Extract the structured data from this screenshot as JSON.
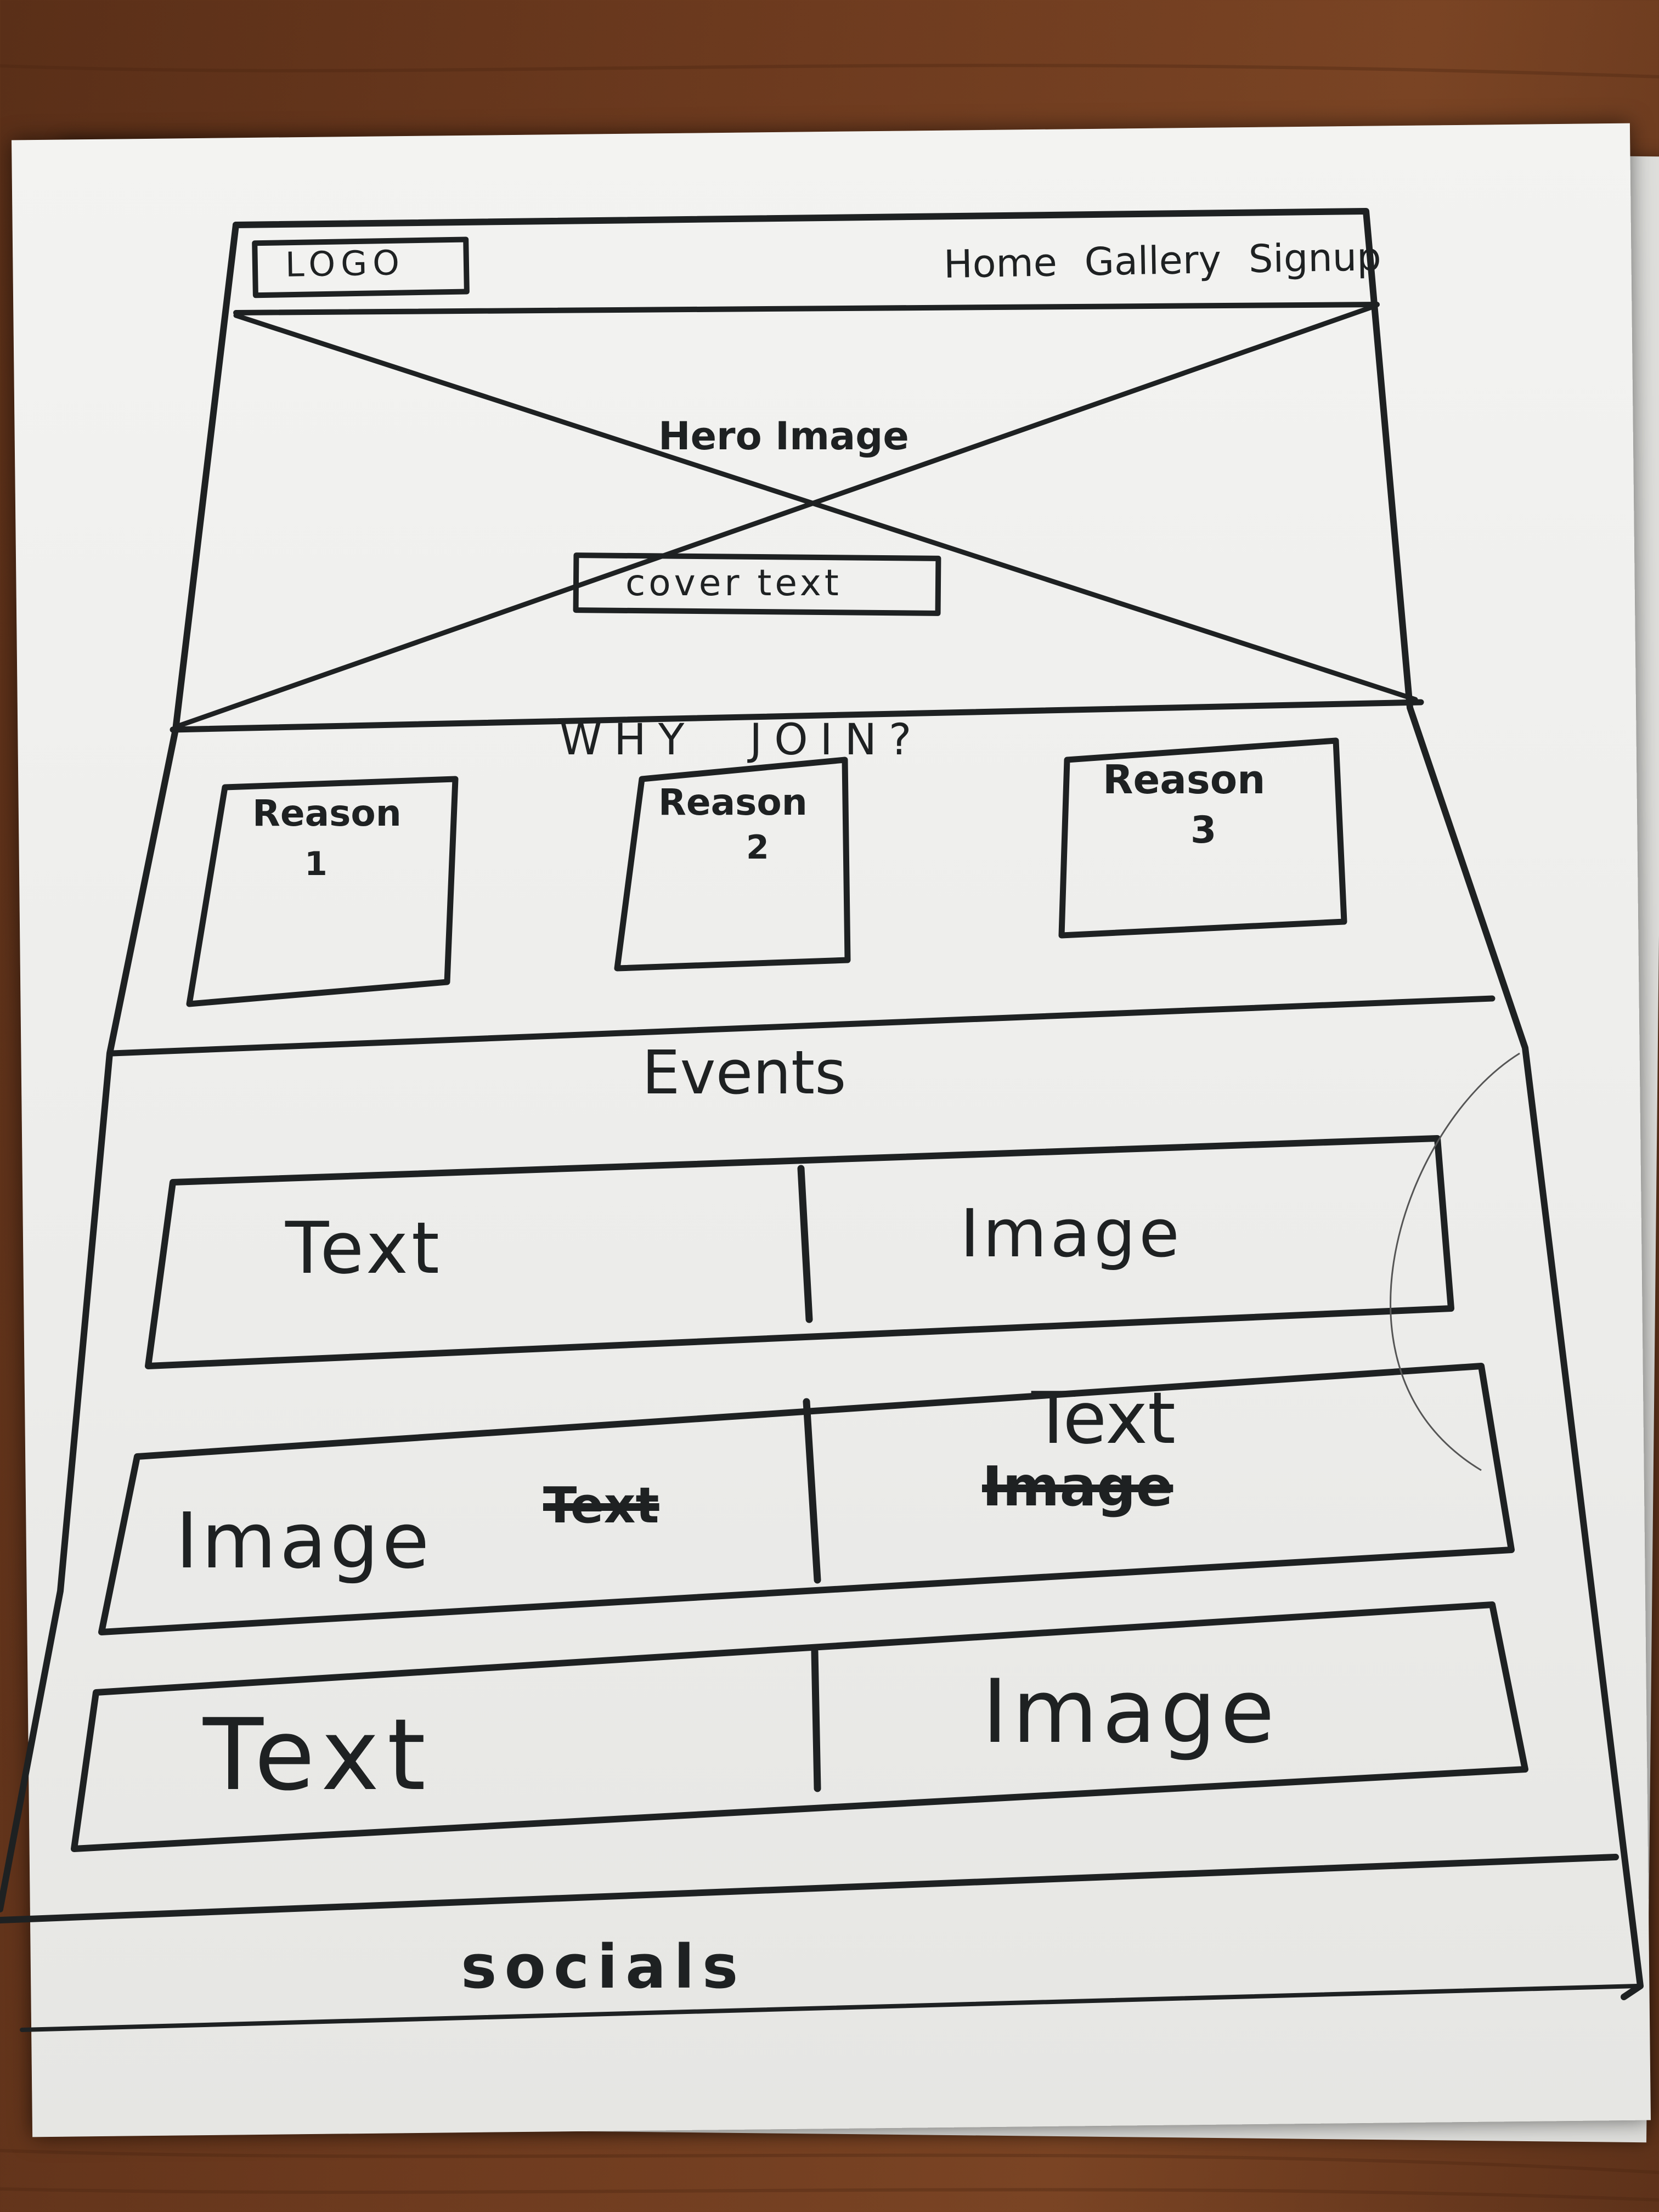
{
  "header": {
    "logo": "LOGO",
    "nav": [
      {
        "label": "Home"
      },
      {
        "label": "Gallery"
      },
      {
        "label": "Signup"
      }
    ]
  },
  "hero": {
    "label": "Hero Image",
    "cover_text": "cover text"
  },
  "why_join": {
    "title": "WHY JOIN?",
    "reasons": [
      {
        "label": "Reason",
        "number": "1"
      },
      {
        "label": "Reason",
        "number": "2"
      },
      {
        "label": "Reason",
        "number": "3"
      }
    ]
  },
  "events": {
    "title": "Events",
    "rows": [
      {
        "left": "Text",
        "right": "Image"
      },
      {
        "left": "Image",
        "left_struck": "Text",
        "right": "Text",
        "right_struck": "Image"
      },
      {
        "left": "Text",
        "right": "Image"
      }
    ]
  },
  "footer": {
    "label": "socials"
  },
  "colors": {
    "ink": "#1e2122",
    "paper": "#f0f0ee",
    "table": "#6e3b1f"
  }
}
